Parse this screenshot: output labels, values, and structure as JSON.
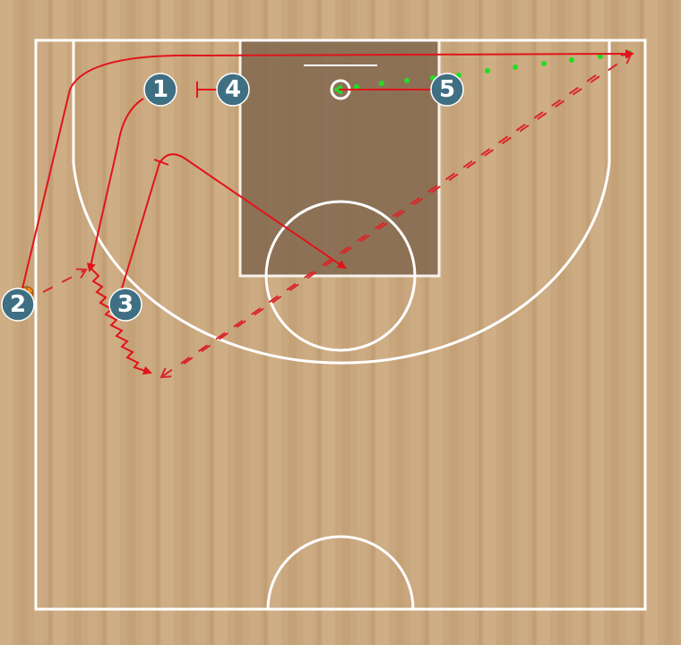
{
  "players": [
    {
      "id": "p1",
      "label": "1"
    },
    {
      "id": "p2",
      "label": "2"
    },
    {
      "id": "p3",
      "label": "3"
    },
    {
      "id": "p4",
      "label": "4"
    },
    {
      "id": "p5",
      "label": "5"
    }
  ],
  "colors": {
    "floor": "#c9a77e",
    "paint": "#82684f",
    "court_lines": "#ffffff",
    "player_fill": "#3f6f82",
    "player_stroke": "#ffffff",
    "action_lines": "#e0141a",
    "pass_lines": "#d9262a",
    "shot_dots": "#22dd22",
    "ball": "#f08a1c"
  },
  "icons": {
    "ball": "basketball-icon",
    "hoop": "hoop-icon"
  }
}
